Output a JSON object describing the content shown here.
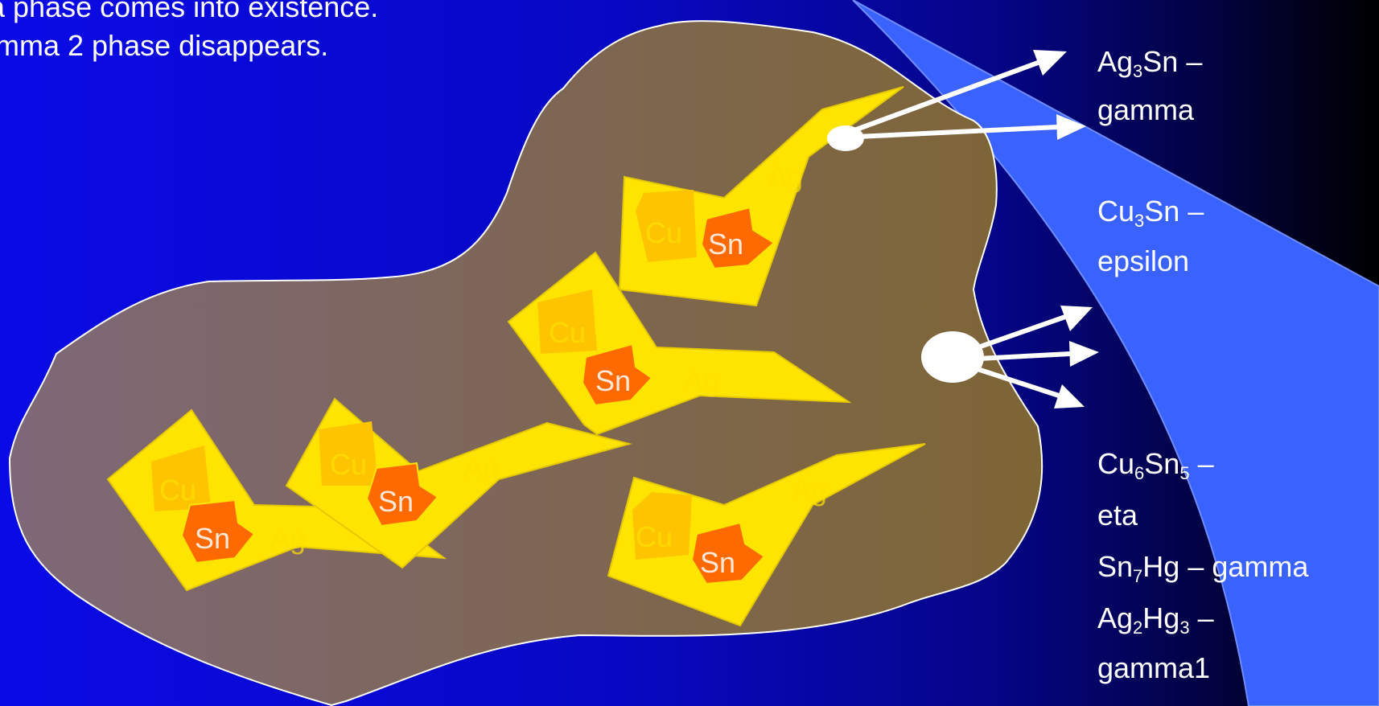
{
  "intro": {
    "line1": "a phase comes into existence.",
    "line2": "mma 2 phase disappears."
  },
  "grains": [
    {
      "cu": "Cu",
      "sn": "Sn",
      "ag": "Ag"
    },
    {
      "cu": "Cu",
      "sn": "Sn",
      "ag": "Ag"
    },
    {
      "cu": "Cu",
      "sn": "Sn",
      "ag": "Ag"
    },
    {
      "cu": "Cu",
      "sn": "Sn",
      "ag": "Ag"
    },
    {
      "cu": "Cu",
      "sn": "Sn",
      "ag": "Ag"
    }
  ],
  "phases": [
    {
      "formula": [
        "Ag",
        "3",
        "Sn"
      ],
      "dash": " –",
      "name": "gamma"
    },
    {
      "formula": [
        "Cu",
        "3",
        "Sn"
      ],
      "dash": " –",
      "name": "epsilon"
    },
    {
      "formula": [
        "Cu",
        "6",
        "Sn",
        "5"
      ],
      "dash": " –",
      "name": "eta"
    },
    {
      "formula": [
        "Sn",
        "7",
        "Hg"
      ],
      "dash": " – gamma",
      "name": ""
    },
    {
      "formula": [
        "Ag",
        "2",
        "Hg",
        "3"
      ],
      "dash": " –",
      "name": "gamma1"
    }
  ],
  "colors": {
    "background": "#0a0ae6",
    "matrix": "#7d6868",
    "alloy_particle": "#ffe400",
    "cu_core": "#ffc400",
    "sn_core": "#ff6a00",
    "band": "#3a62ff",
    "arrows": "#ffffff"
  }
}
